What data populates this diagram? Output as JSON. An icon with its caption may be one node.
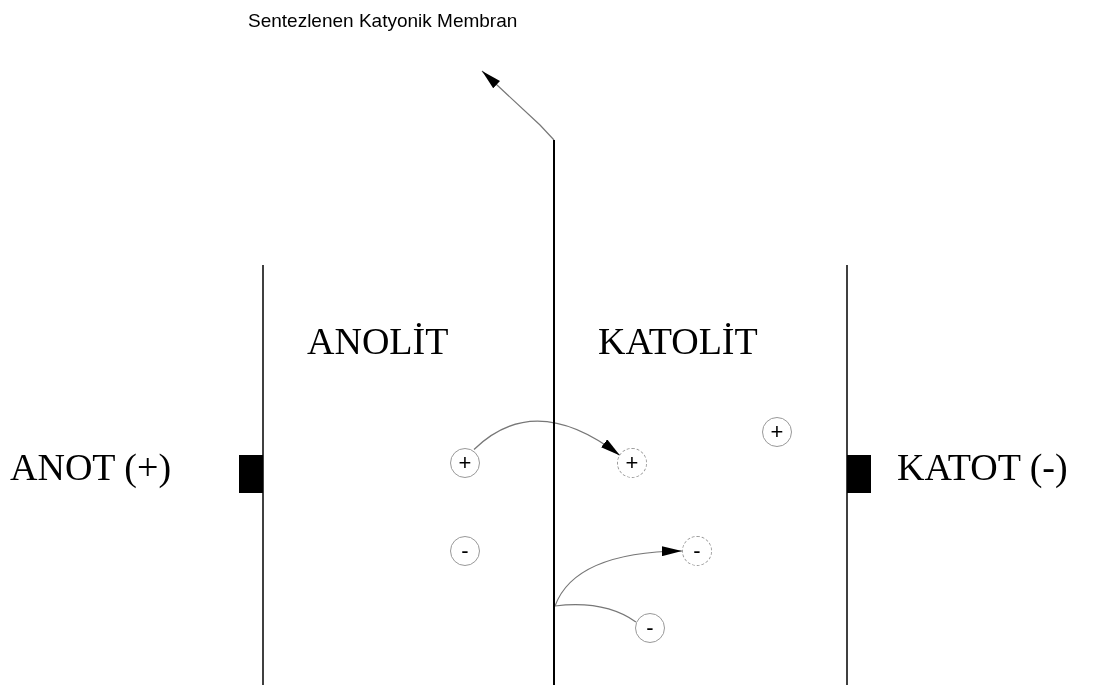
{
  "diagram": {
    "nodes": [
      {
        "text": [
          "Sentezlenen Katyonik Membran"
        ]
      },
      {
        "text": [],
        "shape": "bar"
      },
      {
        "text": [
          "+"
        ]
      },
      {
        "text": [
          "+"
        ]
      },
      {
        "text": [
          "+"
        ]
      },
      {
        "text": [
          "-"
        ]
      },
      {
        "text": [
          "-"
        ]
      },
      {
        "text": [
          "-"
        ]
      }
    ],
    "edges": [
      {
        "from": 1,
        "to": 0,
        "arrow": "to"
      },
      {
        "from": 2,
        "to": 3,
        "arrow": "to"
      },
      {
        "from": 1,
        "to": 6,
        "arrow": "to"
      },
      {
        "from": 1,
        "to": 7,
        "arrow": "none"
      }
    ],
    "labels": [
      "ANOLİT",
      "KATOLİT",
      "ANOT (+)",
      "KATOT (-)"
    ]
  }
}
